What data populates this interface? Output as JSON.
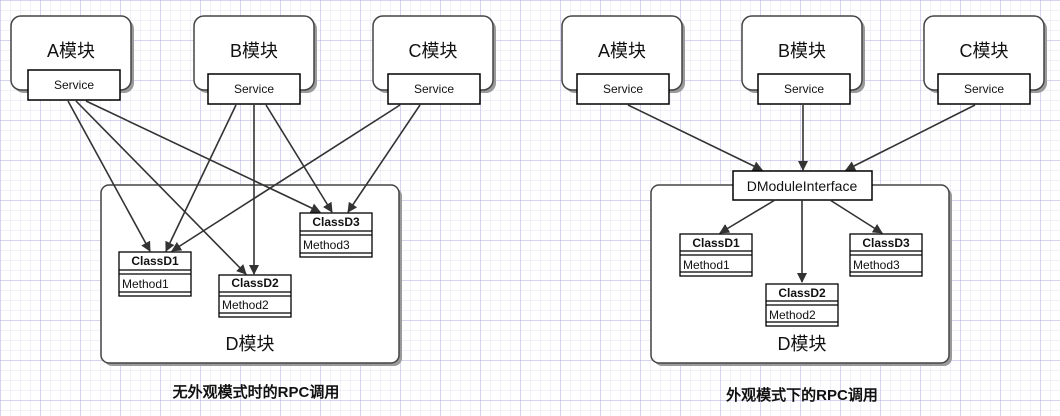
{
  "left": {
    "modules": [
      "A模块",
      "B模块",
      "C模块"
    ],
    "service_label": "Service",
    "container_label": "D模块",
    "classes": [
      {
        "name": "ClassD1",
        "method": "Method1"
      },
      {
        "name": "ClassD2",
        "method": "Method2"
      },
      {
        "name": "ClassD3",
        "method": "Method3"
      }
    ],
    "caption": "无外观模式时的RPC调用"
  },
  "right": {
    "modules": [
      "A模块",
      "B模块",
      "C模块"
    ],
    "service_label": "Service",
    "interface_label": "DModuleInterface",
    "container_label": "D模块",
    "classes": [
      {
        "name": "ClassD1",
        "method": "Method1"
      },
      {
        "name": "ClassD2",
        "method": "Method2"
      },
      {
        "name": "ClassD3",
        "method": "Method3"
      }
    ],
    "caption": "外观模式下的RPC调用"
  }
}
